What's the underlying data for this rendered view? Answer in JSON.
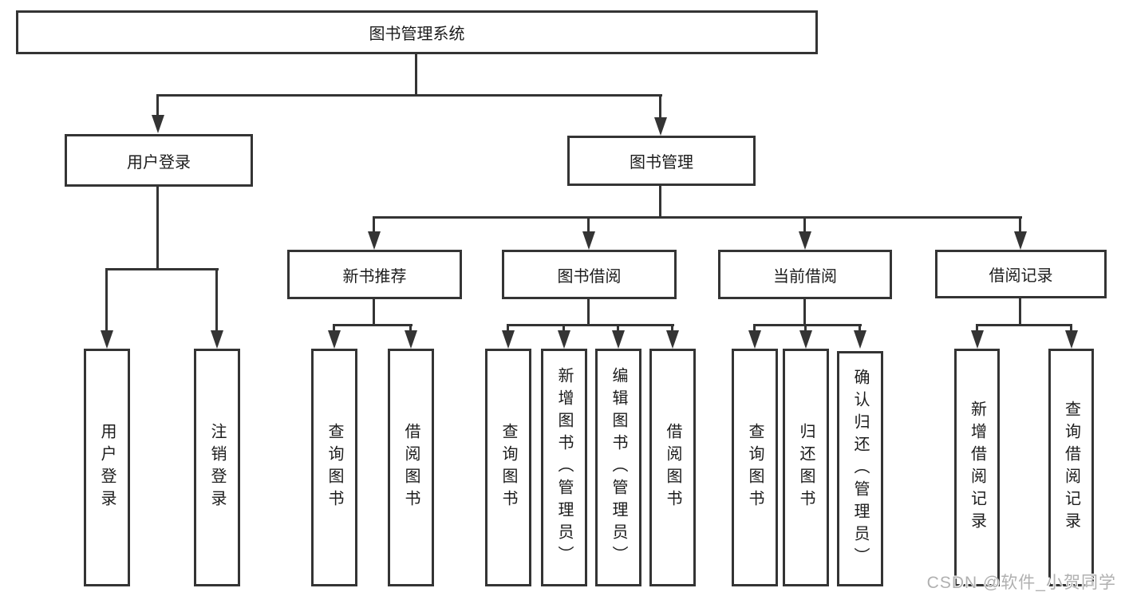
{
  "diagram": {
    "root_label": "图书管理系统",
    "level2": {
      "user_login": "用户登录",
      "book_mgmt": "图书管理"
    },
    "level3": [
      "新书推荐",
      "图书借阅",
      "当前借阅",
      "借阅记录"
    ],
    "leaves": {
      "user_login": [
        "用户登录",
        "注销登录"
      ],
      "new_book": [
        "查询图书",
        "借阅图书"
      ],
      "book_borrow": [
        "查询图书",
        "新增图书（管理员）",
        "编辑图书（管理员）",
        "借阅图书"
      ],
      "current_borrow": [
        "查询图书",
        "归还图书",
        "确认归还（管理员）"
      ],
      "borrow_record": [
        "新增借阅记录",
        "查询借阅记录"
      ]
    }
  },
  "watermark": {
    "text": "CSDN @软件_小贺同学"
  },
  "colors": {
    "line": "#343434",
    "text": "#1c1c1c",
    "background": "#ffffff",
    "watermark": "#b0b0b0"
  }
}
